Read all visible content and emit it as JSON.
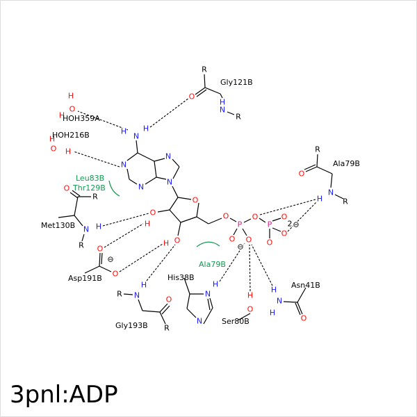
{
  "title": "3pnl:ADP",
  "atom_symbols": {
    "O": "O",
    "N": "N",
    "H": "H",
    "P": "P",
    "R": "R",
    "charge": "⊖",
    "charge2": "2"
  },
  "residues": {
    "gly121b": "Gly121B",
    "hoh359a": "HOH359A",
    "hoh216b": "HOH216B",
    "leu83b": "Leu83B",
    "thr129b": "Thr129B",
    "met130b": "Met130B",
    "asp191b": "Asp191B",
    "gly193b": "Gly193B",
    "his38b": "His38B",
    "ala79b_hydrophobic": "Ala79B",
    "ser80b": "Ser80B",
    "asn41b": "Asn41B",
    "ala79b": "Ala79B"
  },
  "colors": {
    "O": "#ff0d0d",
    "N": "#1a1aff",
    "H_polar": "#1a1aff",
    "P": "#d0208f",
    "C": "#000000",
    "hydrophobic": "#129a50"
  }
}
